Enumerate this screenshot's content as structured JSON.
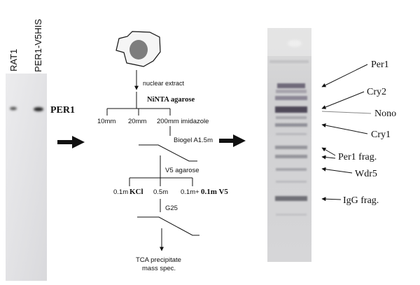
{
  "western": {
    "lane_labels": [
      "RAT1",
      "PER1-V5HIS"
    ],
    "band_label": "PER1"
  },
  "scheme": {
    "step_nuclear": "nuclear extract",
    "step_ninta": "NiNTA agarose",
    "imidazole": [
      "10mm",
      "20mm",
      "200mm imidazole"
    ],
    "step_biogel": "Biogel A1.5m",
    "step_v5": "V5 agarose",
    "elution_kcl_prefix": "0.1m",
    "elution_kcl_bold": "KCl",
    "elution_mid": "0.5m",
    "elution_v5_prefix": "0.1m+",
    "elution_v5_bold": "0.1m V5",
    "step_g25": "G25",
    "final_line1": "TCA precipitate",
    "final_line2": "mass spec."
  },
  "gel_labels": [
    "Per1",
    "Cry2",
    "Nono",
    "Cry1",
    "Per1 frag.",
    "Wdr5",
    "IgG frag."
  ]
}
